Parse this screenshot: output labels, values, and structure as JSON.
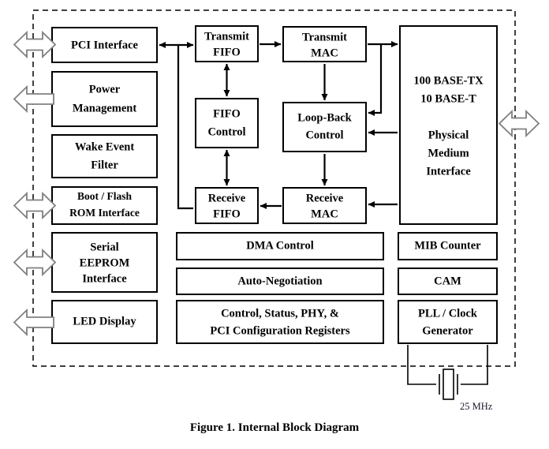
{
  "figure": {
    "caption": "Figure 1.  Internal Block Diagram",
    "crystal_label": "25 MHz",
    "chip_boundary_style": "dashed",
    "colors": {
      "background": "#ffffff",
      "block_stroke": "#000000",
      "wire": "#000000",
      "io_arrow_fill": "#ffffff",
      "io_arrow_stroke": "#808080",
      "dashed_boundary": "#000000"
    }
  },
  "blocks": {
    "left_column": [
      {
        "id": "pci-interface",
        "lines": [
          "PCI Interface"
        ]
      },
      {
        "id": "power-management",
        "lines": [
          "Power",
          "Management"
        ]
      },
      {
        "id": "wake-event-filter",
        "lines": [
          "Wake Event",
          "Filter"
        ]
      },
      {
        "id": "boot-flash-rom",
        "lines": [
          "Boot / Flash",
          "ROM Interface"
        ]
      },
      {
        "id": "serial-eeprom",
        "lines": [
          "Serial",
          "EEPROM",
          "Interface"
        ]
      },
      {
        "id": "led-display",
        "lines": [
          "LED Display"
        ]
      }
    ],
    "datapath": [
      {
        "id": "transmit-fifo",
        "lines": [
          "Transmit",
          "FIFO"
        ]
      },
      {
        "id": "fifo-control",
        "lines": [
          "FIFO",
          "Control"
        ]
      },
      {
        "id": "receive-fifo",
        "lines": [
          "Receive",
          "FIFO"
        ]
      },
      {
        "id": "transmit-mac",
        "lines": [
          "Transmit",
          "MAC"
        ]
      },
      {
        "id": "loop-back-control",
        "lines": [
          "Loop-Back",
          "Control"
        ]
      },
      {
        "id": "receive-mac",
        "lines": [
          "Receive",
          "MAC"
        ]
      }
    ],
    "phy": [
      {
        "id": "physical-medium-interface",
        "lines": [
          "100 BASE-TX",
          "10 BASE-T",
          "",
          "Physical",
          "Medium",
          "Interface"
        ]
      }
    ],
    "bottom_center": [
      {
        "id": "dma-control",
        "lines": [
          "DMA Control"
        ]
      },
      {
        "id": "auto-negotiation",
        "lines": [
          "Auto-Negotiation"
        ]
      },
      {
        "id": "config-registers",
        "lines": [
          "Control, Status, PHY, &",
          "PCI Configuration Registers"
        ]
      }
    ],
    "bottom_right": [
      {
        "id": "mib-counter",
        "lines": [
          "MIB Counter"
        ]
      },
      {
        "id": "cam",
        "lines": [
          "CAM"
        ]
      },
      {
        "id": "pll-clock",
        "lines": [
          "PLL / Clock",
          "Generator"
        ]
      }
    ]
  },
  "io_arrows": [
    {
      "id": "pci-bus-io",
      "direction": "bidirectional",
      "side": "left",
      "connects": "pci-interface"
    },
    {
      "id": "power-mgmt-out",
      "direction": "out-left",
      "side": "left",
      "connects": "power-management"
    },
    {
      "id": "boot-flash-io",
      "direction": "bidirectional",
      "side": "left",
      "connects": "boot-flash-rom"
    },
    {
      "id": "serial-eeprom-io",
      "direction": "bidirectional",
      "side": "left",
      "connects": "serial-eeprom"
    },
    {
      "id": "led-display-out",
      "direction": "out-left",
      "side": "left",
      "connects": "led-display"
    },
    {
      "id": "media-io",
      "direction": "bidirectional",
      "side": "right",
      "connects": "physical-medium-interface"
    }
  ],
  "connections": [
    {
      "from": "pci-interface",
      "to": "transmit-fifo",
      "arrows": "both"
    },
    {
      "from": "pci-interface",
      "to": "receive-fifo",
      "arrows": "both"
    },
    {
      "from": "transmit-fifo",
      "to": "fifo-control",
      "arrows": "both"
    },
    {
      "from": "fifo-control",
      "to": "receive-fifo",
      "arrows": "both"
    },
    {
      "from": "transmit-fifo",
      "to": "transmit-mac",
      "arrows": "forward"
    },
    {
      "from": "receive-mac",
      "to": "receive-fifo",
      "arrows": "forward"
    },
    {
      "from": "transmit-mac",
      "to": "physical-medium-interface",
      "arrows": "forward"
    },
    {
      "from": "transmit-mac",
      "to": "loop-back-control",
      "arrows": "forward"
    },
    {
      "from": "physical-medium-interface",
      "to": "loop-back-control",
      "arrows": "forward"
    },
    {
      "from": "physical-medium-interface",
      "to": "receive-mac",
      "arrows": "forward"
    },
    {
      "from": "loop-back-control",
      "to": "receive-mac",
      "arrows": "forward"
    },
    {
      "from": "pll-clock",
      "to": "crystal",
      "arrows": "none"
    }
  ]
}
